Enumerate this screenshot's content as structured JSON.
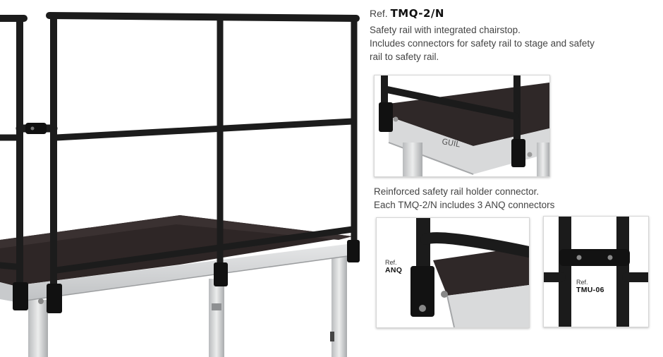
{
  "product": {
    "ref_prefix": "Ref.",
    "ref_code": "TMQ-2/N",
    "description_lines": [
      "Safety rail with integrated chairstop.",
      "Includes connectors for safety rail to stage and safety",
      "rail to safety rail."
    ]
  },
  "connector_note": {
    "lines": [
      "Reinforced safety rail holder connector.",
      "Each TMQ-2/N includes 3 ANQ connectors"
    ]
  },
  "detail_photos": {
    "top_photo": {
      "stage_brand": "GUIL"
    },
    "anq_photo": {
      "ref_prefix": "Ref.",
      "ref_code": "ANQ"
    },
    "tmu_photo": {
      "ref_prefix": "Ref.",
      "ref_code": "TMU-06"
    }
  },
  "colors": {
    "rail": "#1c1c1c",
    "deck": "#2e2626",
    "aluminium": "#d9dadb",
    "frame_border": "#d6d6d6"
  }
}
